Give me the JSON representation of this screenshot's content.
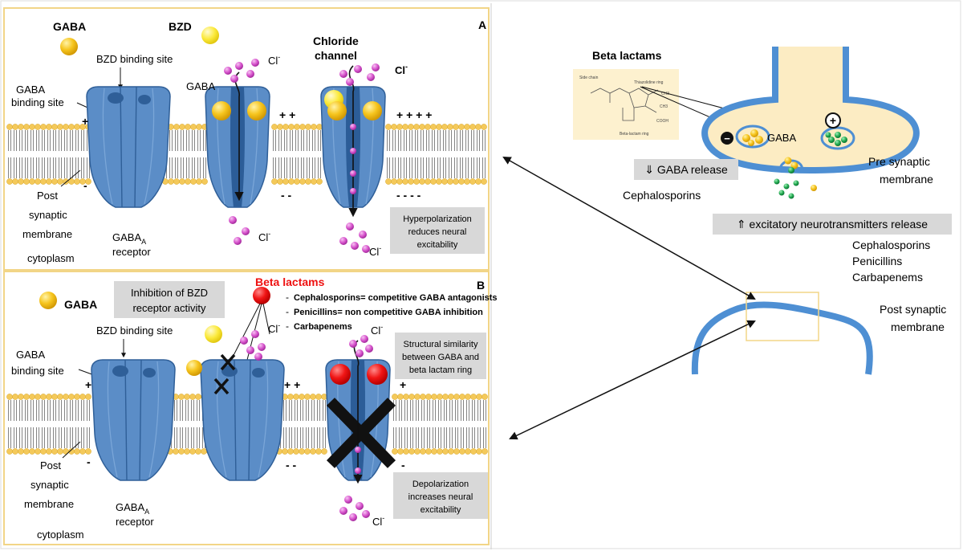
{
  "panel_a": {
    "letter": "A",
    "gaba_legend": "GABA",
    "bzd_legend": "BZD",
    "bzd_site": "BZD binding site",
    "gaba_site_1": "GABA",
    "gaba_site_2": "binding site",
    "gaba_top": "GABA",
    "chloride_1": "Chloride",
    "chloride_2": "channel",
    "cl": "Cl",
    "cl_sup": "-",
    "post_1": "Post",
    "post_2": "synaptic",
    "post_3": "membrane",
    "cytoplasm": "cytoplasm",
    "receptor_1": "GABA",
    "receptor_sub": "A",
    "receptor_2": "receptor",
    "plus_1": "+",
    "plus_2": "+ +",
    "plus_4": "+ + + +",
    "minus_1": "-",
    "minus_2": "- -",
    "minus_4": "- - - -",
    "box_1": "Hyperpolarization",
    "box_2": "reduces neural",
    "box_3": "excitability"
  },
  "panel_b": {
    "letter": "B",
    "gaba_legend": "GABA",
    "inhibit_1": "Inhibition of BZD",
    "inhibit_2": "receptor activity",
    "beta_title": "Beta lactams",
    "bullets": [
      "Cephalosporins= competitive GABA antagonists",
      "Penicillins= non competitive GABA inhibition",
      "Carbapenems"
    ],
    "bullet_mark": "-",
    "bzd_site": "BZD binding site",
    "gaba_site_1": "GABA",
    "gaba_site_2": "binding site",
    "cl": "Cl",
    "cl_sup": "-",
    "struct_1": "Structural similarity",
    "struct_2": "between GABA and",
    "struct_3": "beta lactam ring",
    "depol_1": "Depolarization",
    "depol_2": "increases neural",
    "depol_3": "excitability",
    "post_1": "Post",
    "post_2": "synaptic",
    "post_3": "membrane",
    "cytoplasm": "cytoplasm",
    "receptor_1": "GABA",
    "receptor_sub": "A",
    "receptor_2": "receptor",
    "plus_1": "+",
    "plus_2": "+ +",
    "minus_1": "-",
    "minus_2": "- -"
  },
  "right_panel": {
    "beta_title": "Beta lactams",
    "struct_labels": [
      "Side chain",
      "Thiazolidine ring",
      "Beta-lactam ring",
      "COOH",
      "CH3",
      "CH3"
    ],
    "gaba_in_vesicle": "GABA",
    "gaba_release": "⇓ GABA release",
    "cephalosporins_1": "Cephalosporins",
    "pre_1": "Pre synaptic",
    "pre_2": "membrane",
    "excitatory": "⇑ excitatory neurotransmitters release",
    "drugs": [
      "Cephalosporins",
      "Penicillins",
      "Carbapenems"
    ],
    "post_1": "Post synaptic",
    "post_2": "membrane",
    "minus_sign": "−",
    "plus_sign": "+"
  },
  "colors": {
    "frame": "#f2d587",
    "receptor": "#5b8dc7",
    "receptor_dark": "#2f5f98",
    "lipid_head": "#f4c95a",
    "gaba": "#f5c11d",
    "chloride": "#d85ad0",
    "beta_lactam": "#ee1111",
    "label_box": "#d8d8d8",
    "neuron": "#4e8fd3",
    "neuron_fill": "#fcecc3",
    "green_nt": "#1aa34a"
  }
}
